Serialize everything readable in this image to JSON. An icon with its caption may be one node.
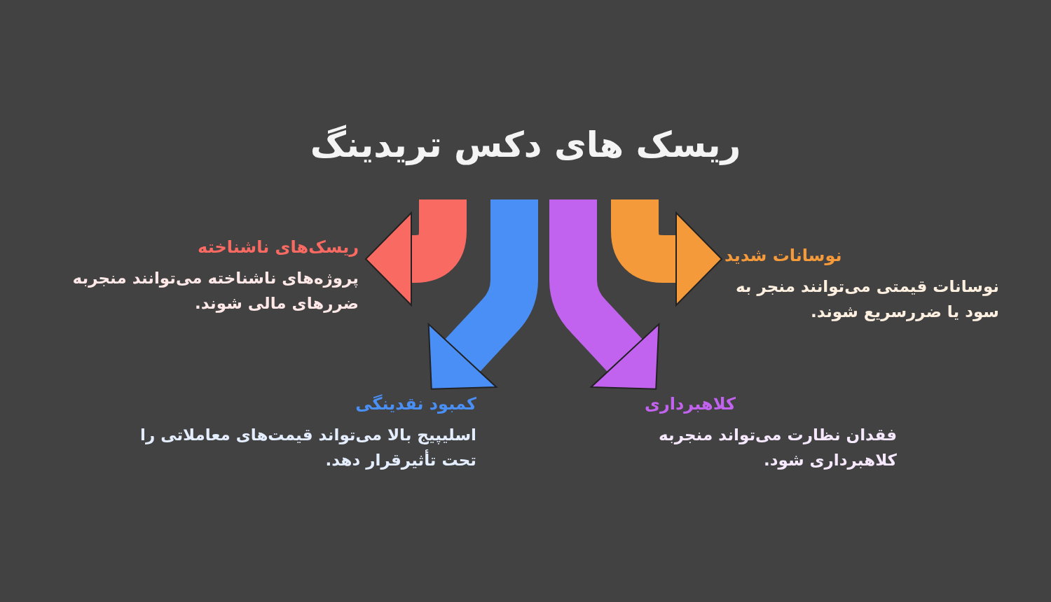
{
  "diagram": {
    "title": "ریسک های دکس تریدینگ",
    "nodes": [
      {
        "text": [
          "ریسک‌های ناشناخته",
          "پروژه‌های ناشناخته می‌توانند منجربه ضررهای مالی شوند."
        ]
      },
      {
        "text": [
          "نوسانات شدید",
          "نوسانات قیمتی می‌توانند منجر به سود یا ضررسریع شوند."
        ]
      },
      {
        "text": [
          "کمبود نقدینگی",
          "اسلیپیج بالا می‌تواند قیمت‌های معاملاتی را تحت تأثیرقرار دهد."
        ]
      },
      {
        "text": [
          "کلاهبرداری",
          "فقدان نظارت می‌تواند منجربه کلاهبرداری شود."
        ]
      }
    ],
    "edges": [
      {
        "from": null,
        "to": 0,
        "arrow": "to",
        "color": "#f96a63"
      },
      {
        "from": null,
        "to": 1,
        "arrow": "to",
        "color": "#f59a3a"
      },
      {
        "from": null,
        "to": 2,
        "arrow": "to",
        "color": "#4a8ff5"
      },
      {
        "from": null,
        "to": 3,
        "arrow": "to",
        "color": "#c263ef"
      }
    ]
  }
}
